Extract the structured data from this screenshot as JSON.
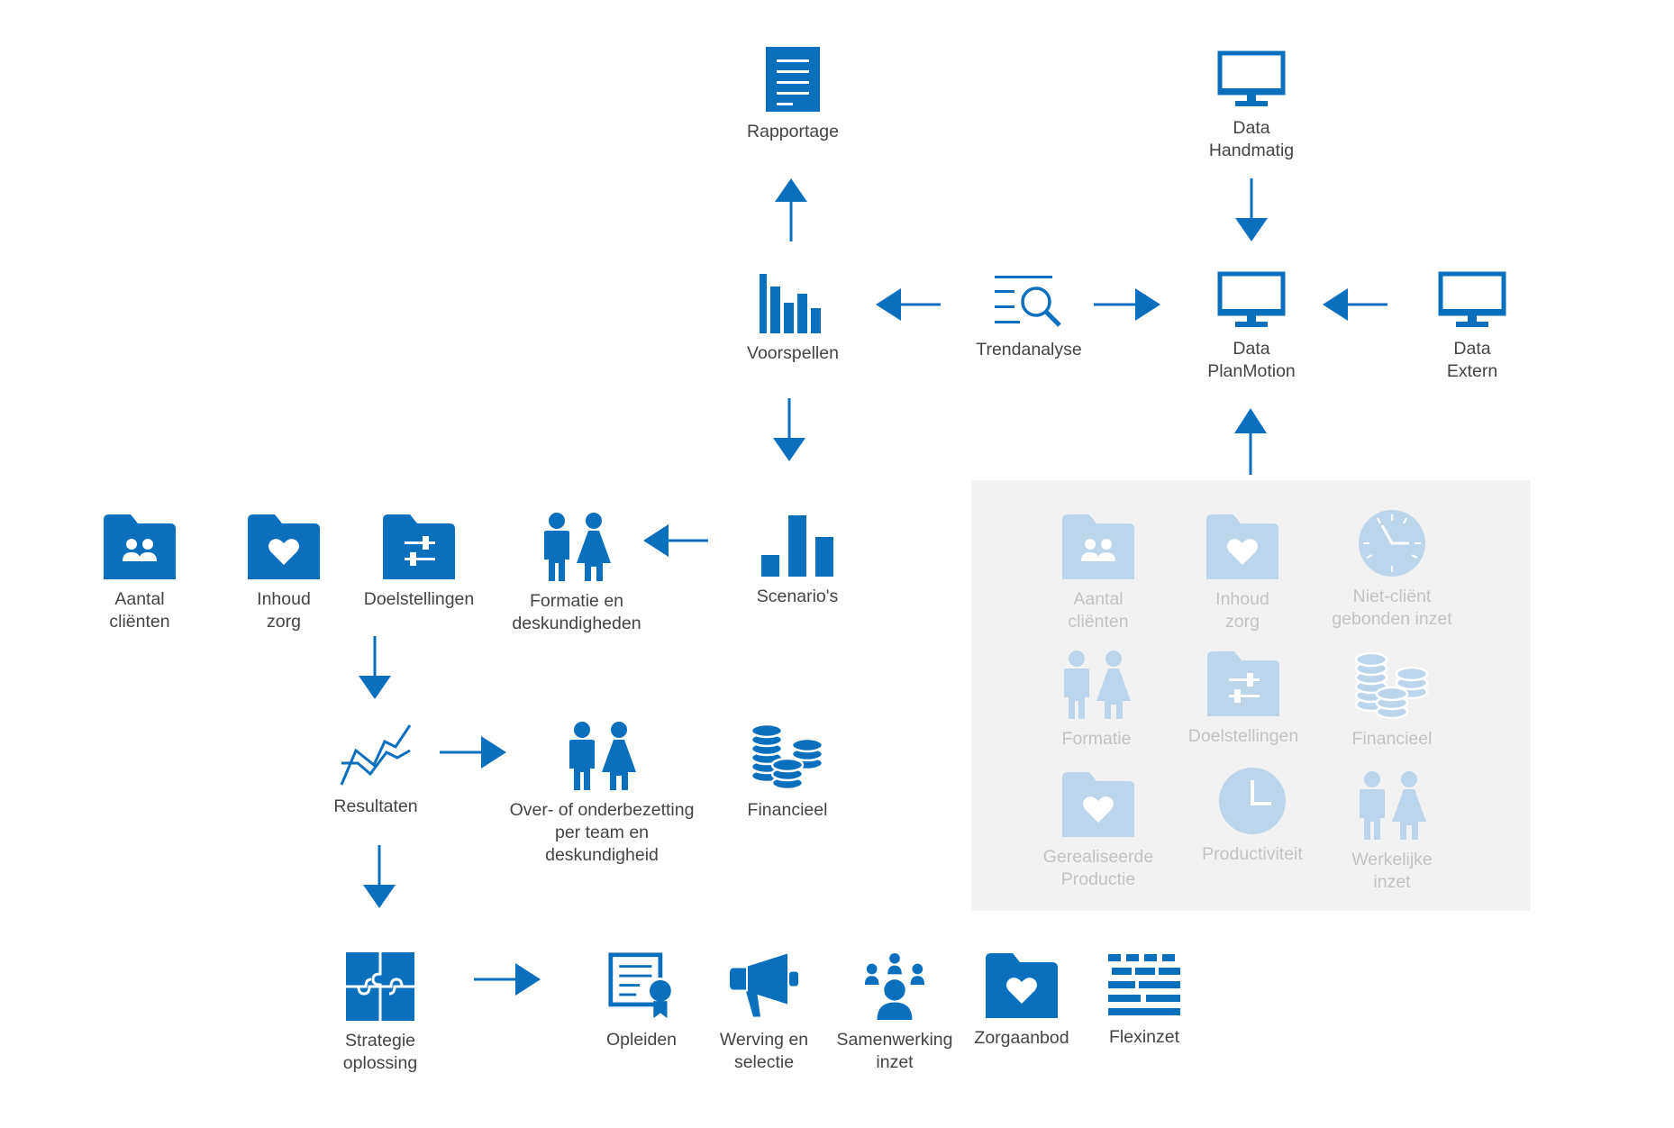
{
  "colors": {
    "primary": "#0a6fbd",
    "faded": "#bcd5ea",
    "panel_bg": "#f2f2f2",
    "label": "#444444",
    "label_faded": "#c2c2c2"
  },
  "top": {
    "rapportage": "Rapportage",
    "data_handmatig": "Data\nHandmatig",
    "voorspellen": "Voorspellen",
    "trendanalyse": "Trendanalyse",
    "data_planmotion": "Data\nPlanMotion",
    "data_extern": "Data\nExtern"
  },
  "middle": {
    "aantal_clienten": "Aantal\ncliënten",
    "inhoud_zorg": "Inhoud\nzorg",
    "doelstellingen": "Doelstellingen",
    "formatie_deskundigheden": "Formatie en\ndeskundigheden",
    "scenarios": "Scenario's",
    "resultaten": "Resultaten",
    "bezetting": "Over- of onderbezetting\nper team en\ndeskundigheid",
    "financieel": "Financieel"
  },
  "bottom": {
    "strategie": "Strategie\noplossing",
    "opleiden": "Opleiden",
    "werving": "Werving en\nselectie",
    "samenwerking": "Samenwerking\ninzet",
    "zorgaanbod": "Zorgaanbod",
    "flexinzet": "Flexinzet"
  },
  "panel": {
    "aantal_clienten": "Aantal\ncliënten",
    "inhoud_zorg": "Inhoud\nzorg",
    "niet_client": "Niet-cliënt\ngebonden inzet",
    "formatie": "Formatie",
    "doelstellingen": "Doelstellingen",
    "financieel": "Financieel",
    "gerealiseerde_productie": "Gerealiseerde\nProductie",
    "productiviteit": "Productiviteit",
    "werkelijke_inzet": "Werkelijke\ninzet"
  }
}
